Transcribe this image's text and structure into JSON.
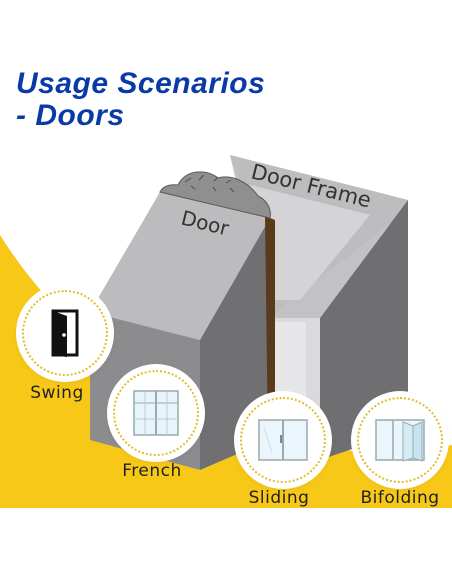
{
  "title": {
    "line1": "Usage Scenarios",
    "line2": "- Doors"
  },
  "diagram": {
    "door_label": "Door",
    "frame_label": "Door Frame"
  },
  "scenarios": [
    {
      "label": "Swing",
      "icon": "swing-door-icon"
    },
    {
      "label": "French",
      "icon": "french-door-icon"
    },
    {
      "label": "Sliding",
      "icon": "sliding-door-icon"
    },
    {
      "label": "Bifolding",
      "icon": "bifolding-door-icon"
    }
  ],
  "colors": {
    "title": "#0a3aa6",
    "accent_yellow": "#f7c818",
    "block_gray": "#8a8a8c",
    "block_dark": "#6e6e70",
    "block_light": "#b9b9bb"
  }
}
